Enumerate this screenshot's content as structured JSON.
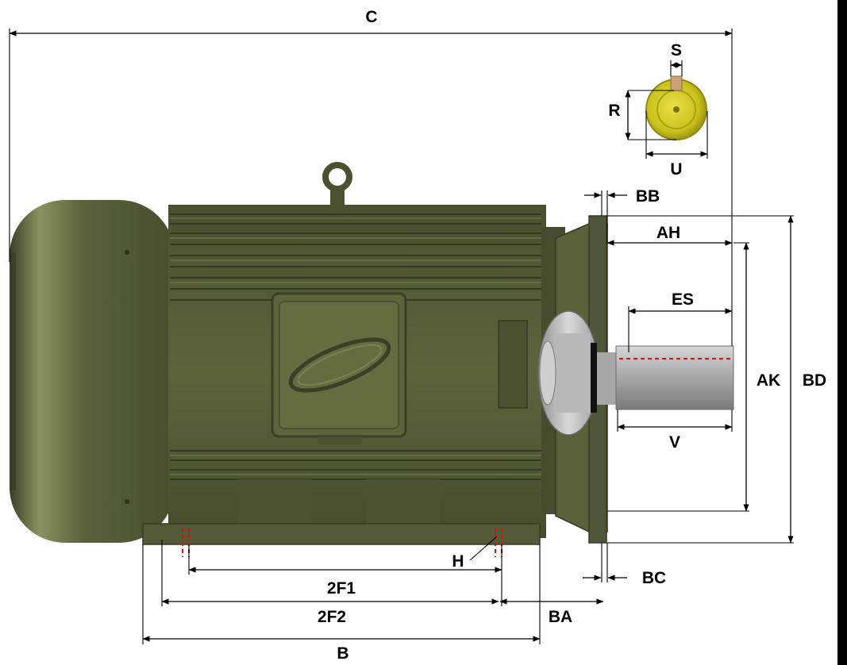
{
  "diagram": {
    "type": "motor-dimension-drawing",
    "labels": {
      "C": "C",
      "S": "S",
      "R": "R",
      "U": "U",
      "BB": "BB",
      "AH": "AH",
      "ES": "ES",
      "AK": "AK",
      "BD": "BD",
      "V": "V",
      "H": "H",
      "BC": "BC",
      "F1": "2F1",
      "F2": "2F2",
      "BA": "BA",
      "B": "B"
    },
    "colors": {
      "motor_body": "#59603a",
      "motor_dark": "#3f4429",
      "shaft": "#9a9a9a",
      "shaft_end_view": "#c9c21a",
      "key": "#c9a27a",
      "centerline": "#e01010",
      "seal": "#111111"
    }
  }
}
